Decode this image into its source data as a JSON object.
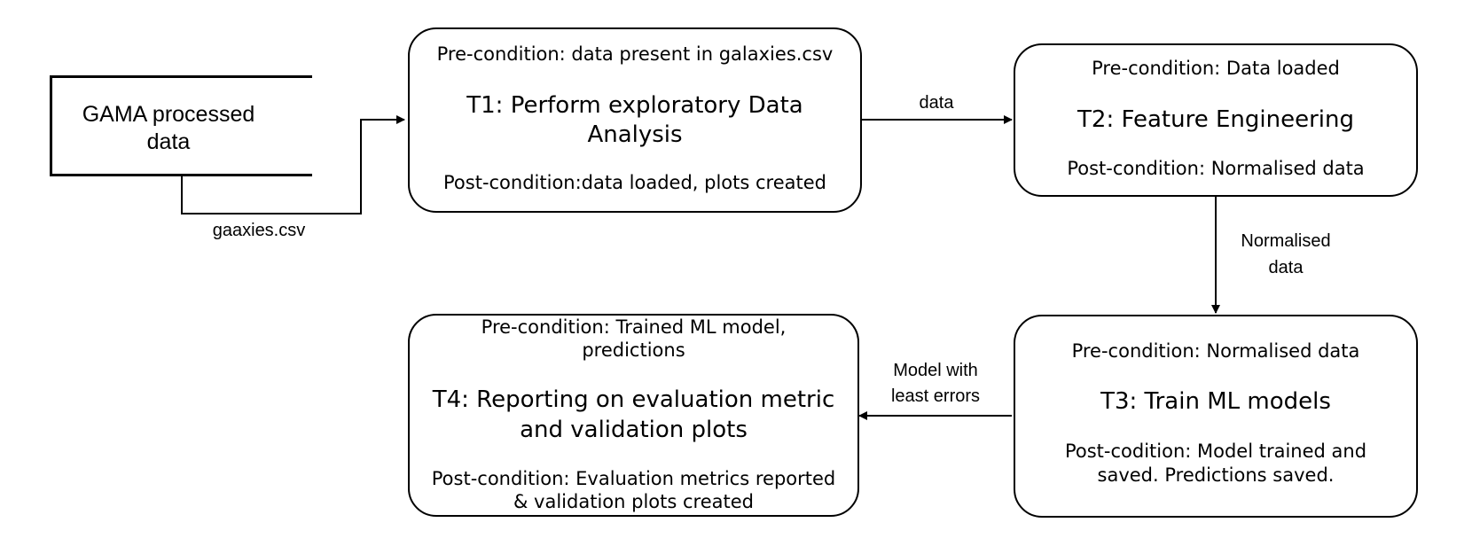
{
  "source": {
    "label_line1": "GAMA processed",
    "label_line2": "data"
  },
  "t1": {
    "pre": "Pre-condition: data present in galaxies.csv",
    "title_line1": "T1: Perform exploratory Data",
    "title_line2": "Analysis",
    "post": "Post-condition:data loaded, plots created"
  },
  "t2": {
    "pre": "Pre-condition: Data loaded",
    "title": "T2: Feature Engineering",
    "post": "Post-condition:   Normalised data"
  },
  "t3": {
    "pre": "Pre-condition: Normalised data",
    "title": "T3: Train ML models",
    "post_line1": "Post-codition: Model trained and",
    "post_line2": "saved. Predictions saved."
  },
  "t4": {
    "pre_line1": "Pre-condition: Trained ML model,",
    "pre_line2": "predictions",
    "title_line1": "T4: Reporting on evaluation metric",
    "title_line2": "and validation plots",
    "post_line1": "Post-condition: Evaluation metrics reported",
    "post_line2": "& validation plots created"
  },
  "edges": {
    "source_to_t1": "gaaxies.csv",
    "t1_to_t2": "data",
    "t2_to_t3_line1": "Normalised",
    "t2_to_t3_line2": "data",
    "t3_to_t4_line1": "Model with",
    "t3_to_t4_line2": "least errors"
  }
}
